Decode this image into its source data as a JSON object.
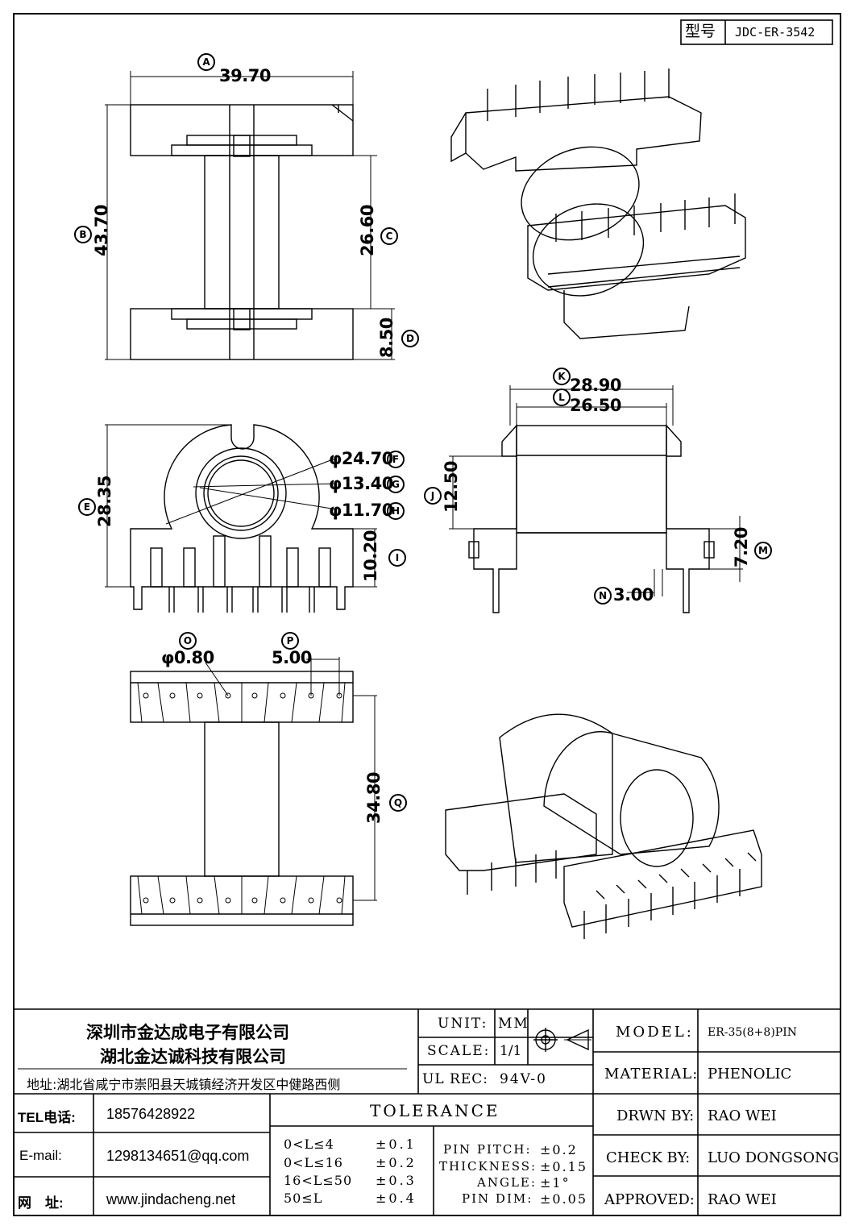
{
  "model_box": {
    "label": "型号",
    "value": "JDC-ER-3542"
  },
  "dims": {
    "A": {
      "marker": "A",
      "value": "39.70"
    },
    "B": {
      "marker": "B",
      "value": "43.70"
    },
    "C": {
      "marker": "C",
      "value": "26.60"
    },
    "D": {
      "marker": "D",
      "value": "8.50"
    },
    "E": {
      "marker": "E",
      "value": "28.35"
    },
    "F": {
      "marker": "F",
      "value": "φ24.70"
    },
    "G": {
      "marker": "G",
      "value": "φ13.40"
    },
    "H": {
      "marker": "H",
      "value": "φ11.70"
    },
    "I": {
      "marker": "I",
      "value": "10.20"
    },
    "J": {
      "marker": "J",
      "value": "12.50"
    },
    "K": {
      "marker": "K",
      "value": "28.90"
    },
    "L": {
      "marker": "L",
      "value": "26.50"
    },
    "M": {
      "marker": "M",
      "value": "7.20"
    },
    "N": {
      "marker": "N",
      "value": "3.00"
    },
    "O": {
      "marker": "O",
      "value": "φ0.80"
    },
    "P": {
      "marker": "P",
      "value": "5.00"
    },
    "Q": {
      "marker": "Q",
      "value": "34.80"
    }
  },
  "company": {
    "name1": "深圳市金达成电子有限公司",
    "name2": "湖北金达诚科技有限公司",
    "address": "地址:湖北省咸宁市崇阳县天城镇经济开发区中健路西侧"
  },
  "contact": {
    "tel_label": "TEL电话:",
    "tel": "18576428922",
    "email_label": "E-mail:",
    "email": "1298134651@qq.com",
    "web_label": "网　址:",
    "web": "www.jindacheng.net"
  },
  "spec": {
    "unit_label": "UNIT:",
    "unit": "MM",
    "scale_label": "SCALE:",
    "scale": "1/1",
    "ul_label": "UL REC:",
    "ul": "94V-0"
  },
  "tolerance": {
    "title": "TOLERANCE",
    "rows": [
      {
        "range": "0<L≤4",
        "tol": "±0.1"
      },
      {
        "range": "0<L≤16",
        "tol": "±0.2"
      },
      {
        "range": "16<L≤50",
        "tol": "±0.3"
      },
      {
        "range": "50≤L",
        "tol": "±0.4"
      }
    ],
    "extra": [
      {
        "label": "PIN PITCH:",
        "value": "±0.2"
      },
      {
        "label": "THICKNESS:",
        "value": "±0.15"
      },
      {
        "label": "ANGLE:",
        "value": "±1°"
      },
      {
        "label": "PIN DIM:",
        "value": "±0.05"
      }
    ]
  },
  "title_block": {
    "model_label": "MODEL:",
    "model": "ER-35(8+8)PIN",
    "material_label": "MATERIAL:",
    "material": "PHENOLIC",
    "drawn_label": "DRWN BY:",
    "drawn": "RAO WEI",
    "check_label": "CHECK BY:",
    "check": "LUO DONGSONG",
    "approved_label": "APPROVED:",
    "approved": "RAO WEI"
  }
}
